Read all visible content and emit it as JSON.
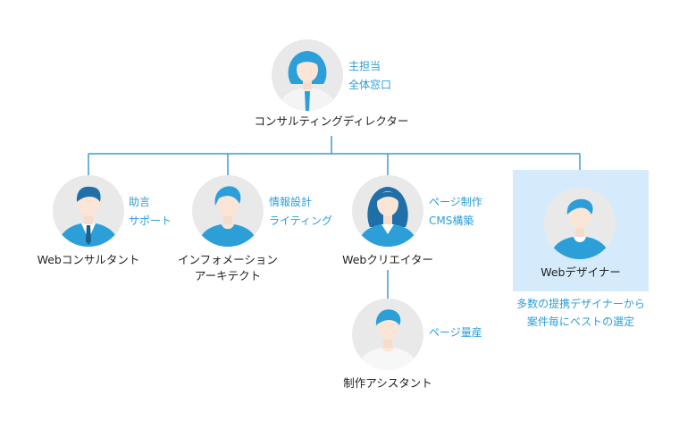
{
  "director": {
    "role": "コンサルティングディレクター",
    "note": [
      "主担当",
      "全体窓口"
    ]
  },
  "consultant": {
    "role": "Webコンサルタント",
    "note": [
      "助言",
      "サポート"
    ]
  },
  "architect": {
    "role": [
      "インフォメーション",
      "アーキテクト"
    ],
    "note": [
      "情報設計",
      "ライティング"
    ]
  },
  "creator": {
    "role": "Webクリエイター",
    "note": [
      "ページ制作",
      "CMS構築"
    ]
  },
  "designer": {
    "role": "Webデザイナー",
    "note": [
      "多数の提携デザイナーから",
      "案件毎にベストの選定"
    ]
  },
  "assistant": {
    "role": "制作アシスタント",
    "note": [
      "ページ量産"
    ]
  },
  "colors": {
    "accent": "#2c9fd9",
    "line": "#3d9ad6",
    "highlight": "#d5ebfb",
    "avatar_bg": "#e9e9ea"
  }
}
